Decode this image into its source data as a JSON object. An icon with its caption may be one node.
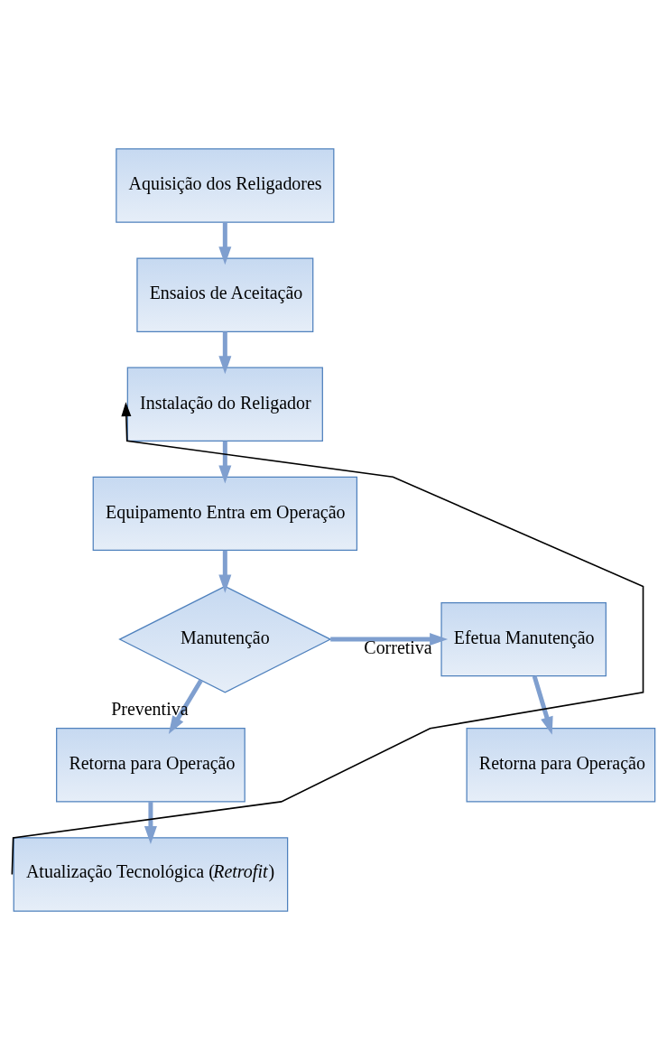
{
  "diagram": {
    "nodes": [
      {
        "text": [
          "Aquisição dos Religadores"
        ]
      },
      {
        "text": [
          "Ensaios de Aceitação"
        ]
      },
      {
        "text": [
          "Instalação do Religador"
        ]
      },
      {
        "text": [
          "Equipamento Entra em Operação"
        ]
      },
      {
        "text": [
          "Manutenção"
        ]
      },
      {
        "text": [
          "Efetua Manutenção"
        ]
      },
      {
        "text": [
          "Retorna para Operação"
        ]
      },
      {
        "text": [
          "Retorna para Operação"
        ]
      },
      {
        "text": [
          "Atualização Tecnológica (*Retrofit*)"
        ]
      }
    ],
    "edges": [
      {
        "from": 0,
        "to": 1,
        "arrow": "to"
      },
      {
        "from": 1,
        "to": 2,
        "arrow": "to"
      },
      {
        "from": 2,
        "to": 3,
        "arrow": "to"
      },
      {
        "from": 3,
        "to": 4,
        "arrow": "to"
      },
      {
        "from": 4,
        "to": 5,
        "arrow": "to",
        "label": "Corretiva"
      },
      {
        "from": 4,
        "to": 6,
        "arrow": "to",
        "label": "Preventiva"
      },
      {
        "from": 5,
        "to": 7,
        "arrow": "to"
      },
      {
        "from": 6,
        "to": 8,
        "arrow": "to"
      },
      {
        "from": 8,
        "to": 2,
        "arrow": "to",
        "color": "#000000"
      }
    ]
  }
}
